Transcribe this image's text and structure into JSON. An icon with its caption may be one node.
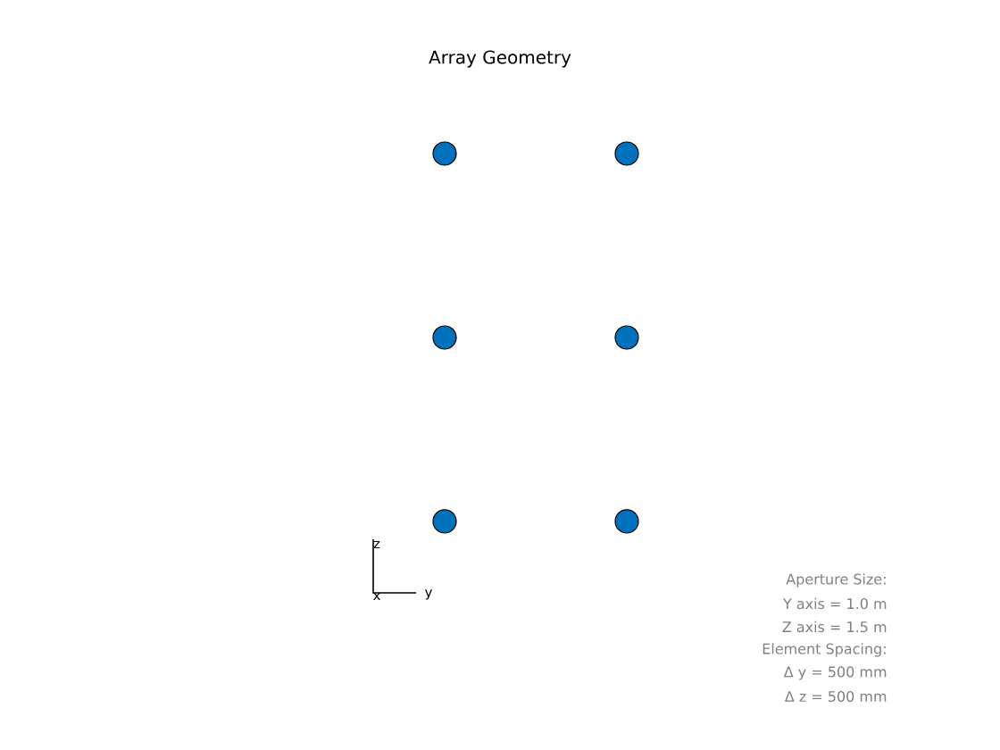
{
  "diagram": {
    "title": "Array Geometry",
    "nodes": [
      {
        "text": [],
        "shape": "circle"
      },
      {
        "text": [],
        "shape": "circle"
      },
      {
        "text": [],
        "shape": "circle"
      },
      {
        "text": [],
        "shape": "circle"
      },
      {
        "text": [],
        "shape": "circle"
      },
      {
        "text": [],
        "shape": "circle"
      }
    ],
    "labels": [
      "z",
      "x",
      "y",
      "Aperture Size:",
      "Y axis = 1.0 m",
      "Z axis = 1.5 m",
      "Element Spacing:",
      "Δ y = 500 mm",
      "Δ z = 500 mm"
    ]
  }
}
